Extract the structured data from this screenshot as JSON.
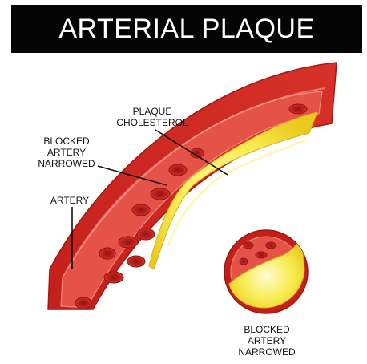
{
  "title": "ARTERIAL PLAQUE",
  "labels": {
    "plaque": [
      "PLAQUE",
      "CHOLESTEROL"
    ],
    "blocked_main": [
      "BLOCKED",
      "ARTERY",
      "NARROWED"
    ],
    "artery": "ARTERY",
    "blocked_cross": [
      "BLOCKED",
      "ARTERY",
      "NARROWED"
    ]
  },
  "colors": {
    "header_bg": "#050505",
    "artery_outer": "#d42a22",
    "artery_inner": "#e8574c",
    "plaque": "#f6ea3a",
    "blood_cell": "#b81c18"
  }
}
